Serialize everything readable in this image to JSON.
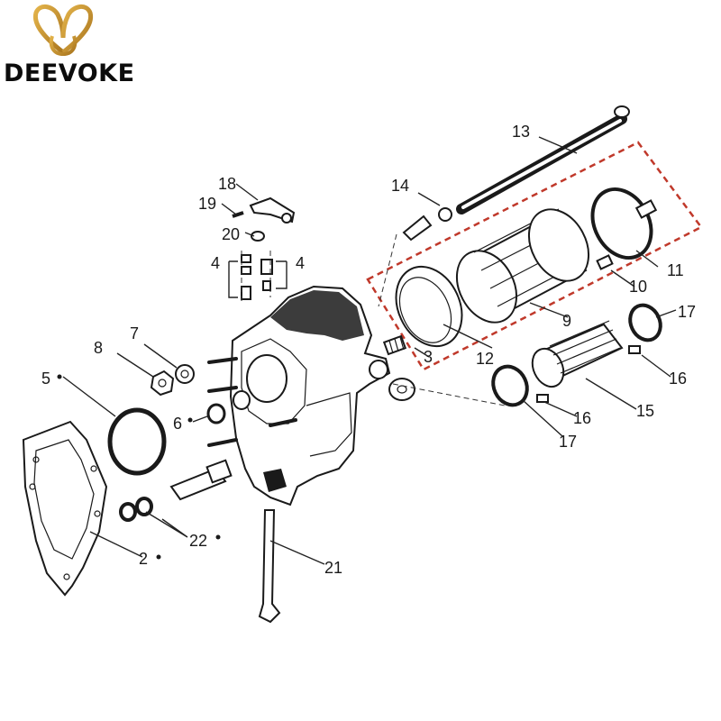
{
  "brand": {
    "name": "DEEVOKE",
    "accent_color": "#c8962a",
    "text_color": "#0c0c0c"
  },
  "diagram": {
    "highlight_color": "#c0392b",
    "callouts": {
      "c2": "2",
      "c3": "3",
      "c4a": "4",
      "c4b": "4",
      "c5": "5",
      "c6": "6",
      "c7": "7",
      "c8": "8",
      "c9": "9",
      "c10": "10",
      "c11": "11",
      "c12": "12",
      "c13": "13",
      "c14": "14",
      "c15": "15",
      "c16a": "16",
      "c16b": "16",
      "c17a": "17",
      "c17b": "17",
      "c18": "18",
      "c19": "19",
      "c20": "20",
      "c21": "21",
      "c22": "22"
    }
  }
}
